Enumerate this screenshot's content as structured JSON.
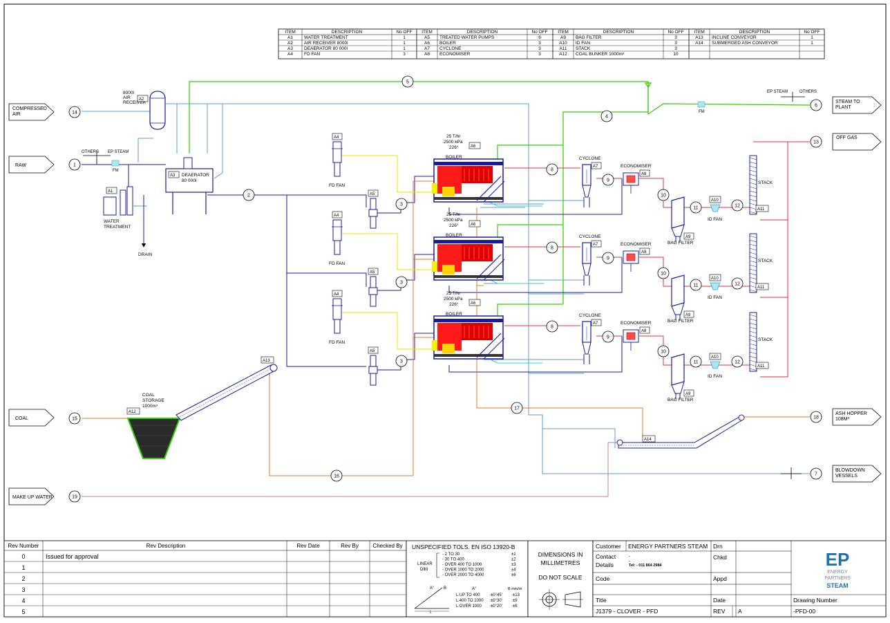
{
  "item_table": {
    "headers": [
      "ITEM",
      "DESCRIPTION",
      "No OFF"
    ],
    "rows": [
      [
        [
          "A1",
          "WATER TREATMENT",
          "1"
        ],
        [
          "A5",
          "TREATED WATER PUMPS",
          "6"
        ],
        [
          "A9",
          "BAG FILTER",
          "3"
        ],
        [
          "A13",
          "INCLINE CONVEYOR",
          "1"
        ]
      ],
      [
        [
          "A2",
          "AIR RECEIVER 8000l",
          "1"
        ],
        [
          "A6",
          "BOILER",
          "3"
        ],
        [
          "A10",
          "ID FAN",
          "3"
        ],
        [
          "A14",
          "SUBMERGED ASH CONVEYOR",
          "1"
        ]
      ],
      [
        [
          "A3",
          "DEAERATOR 80 000l",
          "1"
        ],
        [
          "A7",
          "CYCLONE",
          "3"
        ],
        [
          "A11",
          "STACK",
          "3"
        ],
        [
          "",
          "",
          " "
        ]
      ],
      [
        [
          "A4",
          "FD FAN",
          "3"
        ],
        [
          "A8",
          "ECONOMISER",
          "3"
        ],
        [
          "A12",
          "COAL BUNKER 1000m³",
          "10"
        ],
        [
          "",
          "",
          ""
        ]
      ]
    ]
  },
  "terminals": {
    "compressed_air": "COMPRESSED AIR",
    "raw": "RAW",
    "coal": "COAL",
    "make_up_water": "MAKE UP WATER",
    "steam_to_plant": "STEAM TO PLANT",
    "off_gas": "OFF GAS",
    "ash_hopper": "ASH HOPPER 108M³",
    "blowdown": "BLOWDOWN VESSELS"
  },
  "streams": {
    "s1": "1",
    "s2": "2",
    "s3": "3",
    "s4": "4",
    "s5": "5",
    "s6": "6",
    "s7": "7",
    "s8": "8",
    "s9": "9",
    "s10": "10",
    "s11": "11",
    "s12": "12",
    "s13": "13",
    "s14": "14",
    "s15": "15",
    "s16": "16",
    "s17": "17",
    "s18": "18",
    "s19": "19"
  },
  "equipment": {
    "air_receiver": "8000l AIR RECEIVER",
    "air_receiver_tag": "A2",
    "deaerator": "DEAERATOR 80 000l",
    "deaerator_tag": "A3",
    "water_treatment": "WATER TREATMENT",
    "water_treatment_tag": "A1",
    "drain": "DRAIN",
    "others_left": "OTHERS",
    "ep_steam_left": "EP STEAM",
    "fm": "FM",
    "ep_steam_right": "EP STEAM",
    "others_right": "OTHERS",
    "fd_fan": "FD FAN",
    "fd_fan_tag": "A4",
    "pump_tag": "A5",
    "boiler_rating": "25 T/hr",
    "boiler_pressure": "2500 kPa",
    "boiler_temp": "226°",
    "boiler": "BOILER",
    "boiler_tag": "A6",
    "cyclone": "CYCLONE",
    "cyclone_tag": "A7",
    "economiser": "ECONOMISER",
    "economiser_tag": "A8",
    "bag_filter": "BAG FILTER",
    "bag_filter_tag": "A9",
    "id_fan": "ID FAN",
    "id_fan_tag": "A10",
    "stack": "STACK",
    "stack_tag": "A11",
    "coal_storage": "COAL STORAGE 1000m³",
    "coal_storage_tag": "A12",
    "incline_conveyor_tag": "A13",
    "ash_conveyor_tag": "A14"
  },
  "rev_table": {
    "headers": [
      "Rev Number",
      "Rev Description",
      "Rev Date",
      "Rev By",
      "Checked By"
    ],
    "rows": [
      [
        "0",
        "Issued for approval"
      ],
      [
        "1",
        ""
      ],
      [
        "2",
        ""
      ],
      [
        "3",
        ""
      ],
      [
        "4",
        ""
      ],
      [
        "5",
        ""
      ]
    ]
  },
  "tolerances": {
    "title": "UNSPECIFIED TOLS. EN ISO 13920-B",
    "linear_label": "LINEAR DIM",
    "rows": [
      [
        "- 2 TO 30",
        "±1"
      ],
      [
        "- 30 TO 400",
        "±2"
      ],
      [
        "- OVER 400 TO 1000",
        "±3"
      ],
      [
        "- OVER 1000 TO 2000",
        "±4"
      ],
      [
        "- OVER 2000 TO 4000",
        "±6"
      ]
    ],
    "angle_head_a": "A°",
    "angle_head_b": "B mm/m",
    "angle_rows": [
      [
        "L UP TO 400",
        "±0°45'",
        "±13"
      ],
      [
        "L 400 TO 1000",
        "±0°30'",
        "±9"
      ],
      [
        "L OVER 1000",
        "±0°20'",
        "±6"
      ]
    ]
  },
  "dimensions": {
    "line1": "DIMENSIONS IN",
    "line2": "MILLIMETRES",
    "scale": "DO NOT SCALE"
  },
  "title_block": {
    "customer_label": "Customer",
    "customer": "ENERGY PARTNERS STEAM",
    "drn_label": "Drn",
    "contact_label": "Contact Details",
    "contact_phone": "Tel: - 011 864 2984",
    "chkd_label": "Chkd",
    "code_label": "Code",
    "appd_label": "Appd",
    "title_label": "Title",
    "title": "J1379 - CLOVER - PFD",
    "date_label": "Date",
    "rev_label": "REV",
    "rev": "A",
    "drawing_number_label": "Drawing Number",
    "drawing_number": "-PFD-00",
    "logo_mark": "EP",
    "logo_line1": "ENERGY",
    "logo_line2": "PARTNERS",
    "logo_line3": "STEAM"
  },
  "colors": {
    "steam": "#33cc00",
    "water": "#1a1aa0",
    "air": "#5a9bd5",
    "flue": "#e03030",
    "coal": "#e07820",
    "yellow": "#e6e600",
    "cyan": "#33cccc"
  }
}
